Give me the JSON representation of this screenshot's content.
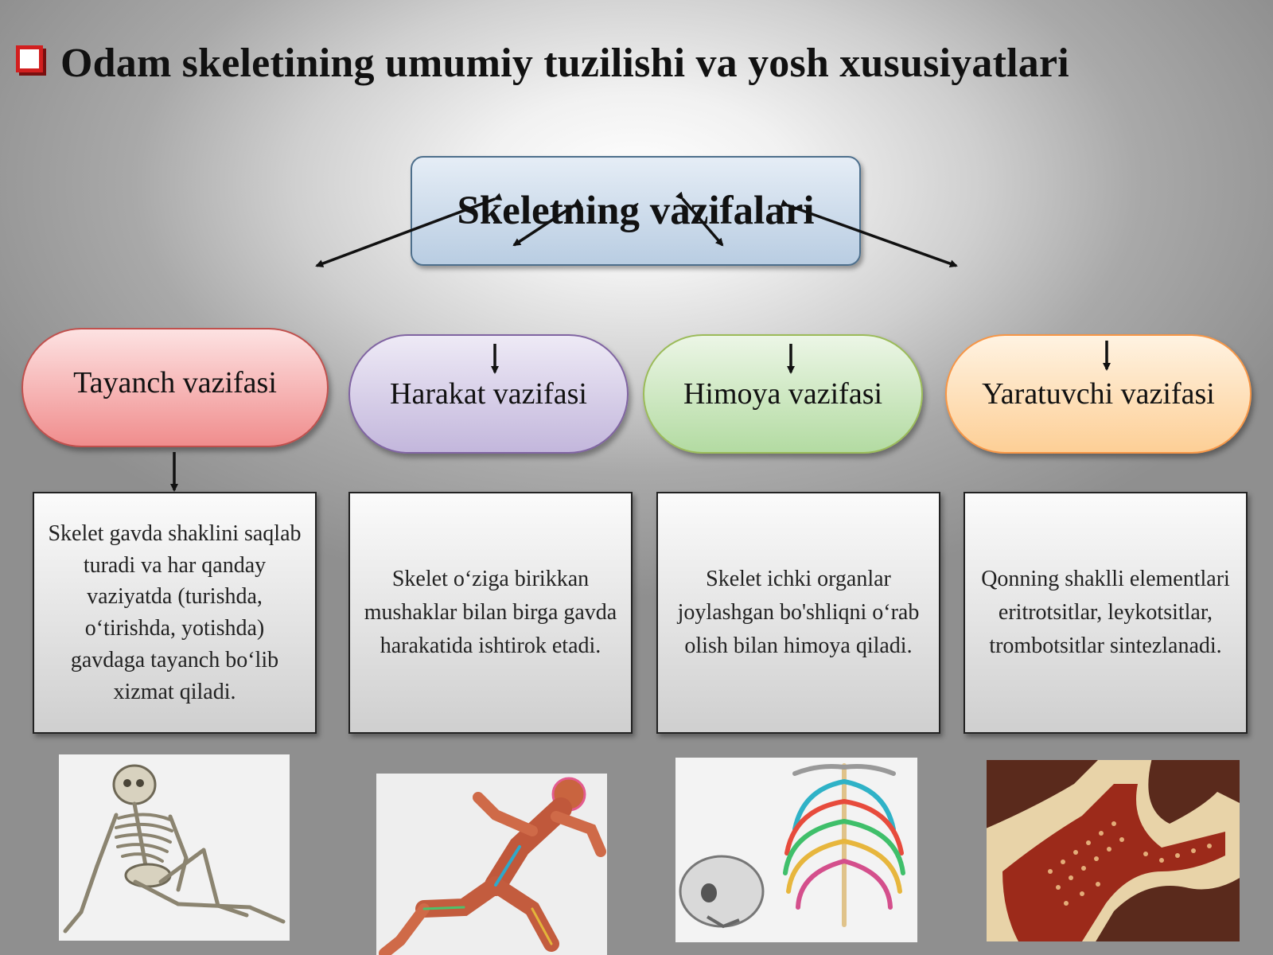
{
  "title": "Odam skeletining umumiy tuzilishi va yosh xususiyatlari",
  "main_box": "Skeletning vazifalari",
  "functions": [
    {
      "label": "Tayanch vazifasi",
      "description": "Skelet gavda shaklini saqlab turadi va har qanday vaziyatda (turishda, o‘tirishda, yotishda) gavdaga tayanch bo‘lib xizmat qiladi.",
      "image": "seated-skeleton"
    },
    {
      "label": "Harakat vazifasi",
      "description": "Skelet o‘ziga birikkan mushaklar bilan birga gavda harakatida ishtirok etadi.",
      "image": "running-muscle-figure"
    },
    {
      "label": "Himoya vazifasi",
      "description": "Skelet ichki organlar joylashgan bo'shliqni o‘rab olish bilan himoya qiladi.",
      "image": "skull-and-ribcage"
    },
    {
      "label": "Yaratuvchi vazifasi",
      "description": "Qonning shaklli elementlari eritrotsitlar, leykotsitlar, trombotsitlar sintezlanadi.",
      "image": "bone-marrow-cross-section"
    }
  ],
  "colors": {
    "bullet": "#d21f1f",
    "main_box": "#b9cde2",
    "support": "#f08d8d",
    "motion": "#c3b7dc",
    "protect": "#b3dba2",
    "creative": "#fdcf96"
  }
}
